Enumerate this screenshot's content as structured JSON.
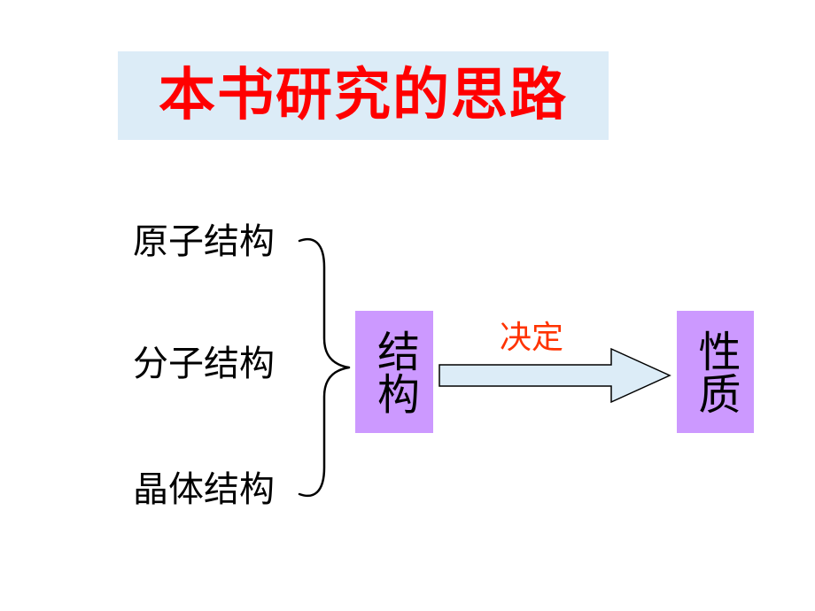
{
  "title": "本书研究的思路",
  "items": [
    "原子结构",
    "分子结构",
    "晶体结构"
  ],
  "structure_box": "结构",
  "arrow_label": "决定",
  "property_box": "性质",
  "colors": {
    "title_text": "#ff0000",
    "title_bg": "#dcecf7",
    "box_fill": "#cc99ff",
    "arrow_fill": "#dcecf7",
    "arrow_label": "#ff3300"
  }
}
